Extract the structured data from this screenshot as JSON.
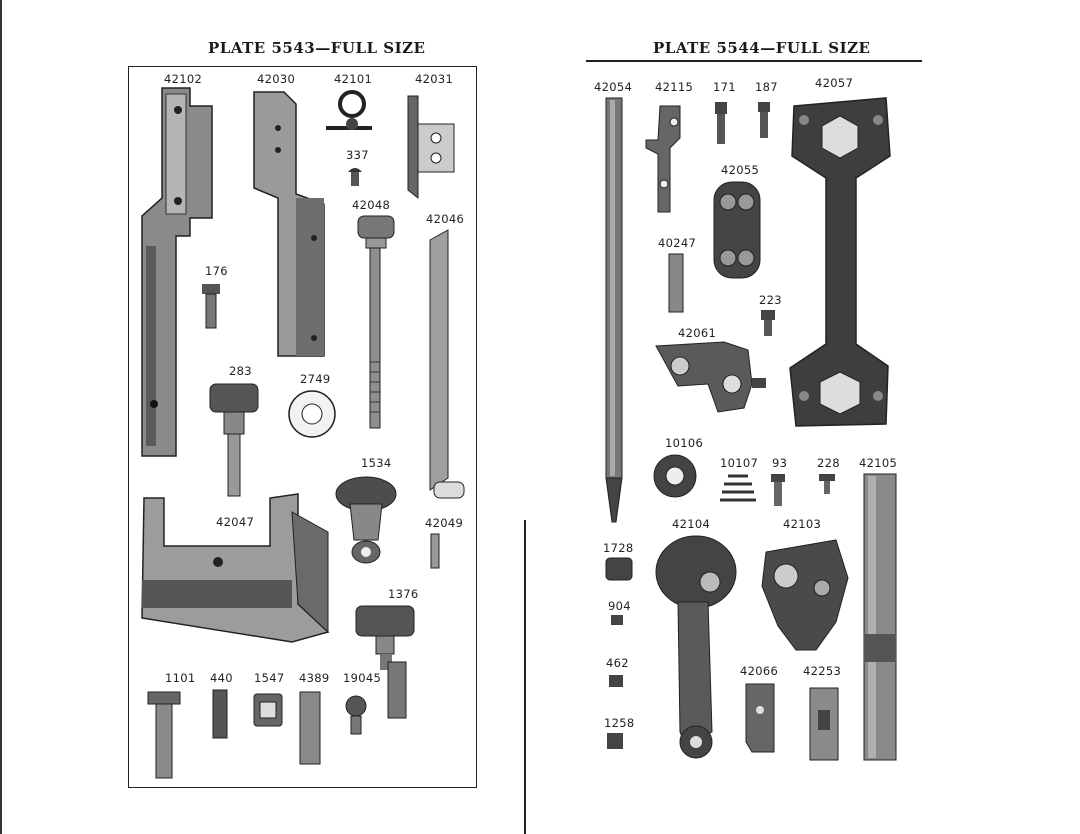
{
  "left_plate": {
    "title": "PLATE 5543—FULL SIZE",
    "parts": {
      "p42102": "42102",
      "p42030": "42030",
      "p42101": "42101",
      "p42031": "42031",
      "p337": "337",
      "p42048": "42048",
      "p42046": "42046",
      "p176": "176",
      "p283": "283",
      "p2749": "2749",
      "p1534": "1534",
      "p42047": "42047",
      "p42049": "42049",
      "p1376": "1376",
      "p1101": "1101",
      "p440": "440",
      "p1547": "1547",
      "p4389": "4389",
      "p19045": "19045"
    }
  },
  "right_plate": {
    "title": "PLATE 5544—FULL SIZE",
    "parts": {
      "p42054": "42054",
      "p42115": "42115",
      "p171": "171",
      "p187": "187",
      "p42057": "42057",
      "p42055": "42055",
      "p40247": "40247",
      "p223": "223",
      "p42061": "42061",
      "p10106": "10106",
      "p10107": "10107",
      "p93": "93",
      "p228": "228",
      "p42105": "42105",
      "p1728": "1728",
      "p42104": "42104",
      "p42103": "42103",
      "p904": "904",
      "p462": "462",
      "p42066": "42066",
      "p42253": "42253",
      "p1258": "1258"
    }
  }
}
